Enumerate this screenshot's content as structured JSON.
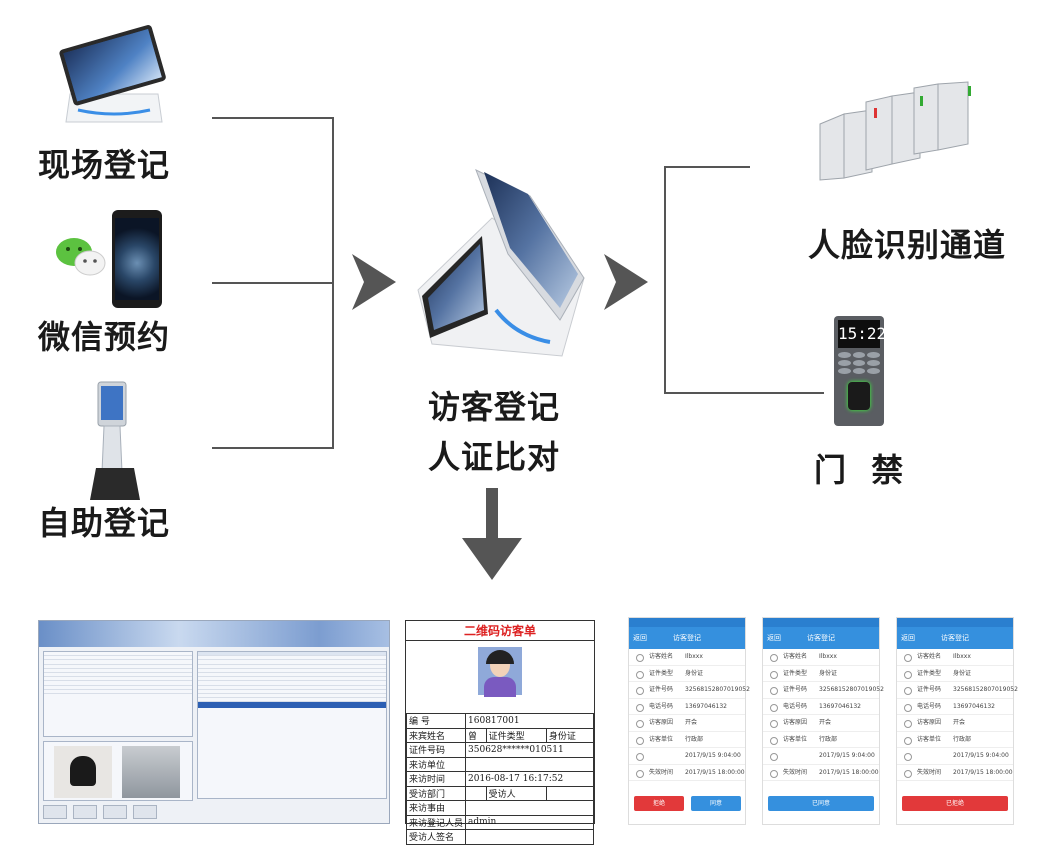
{
  "sources": {
    "onsite": "现场登记",
    "wechat": "微信预约",
    "self_service": "自助登记"
  },
  "center": {
    "line1": "访客登记",
    "line2": "人证比对"
  },
  "outputs": {
    "face_channel": "人脸识别通道",
    "access_control": "门  禁",
    "terminal_clock": "15:22"
  },
  "qr_form": {
    "title": "二维码访客单",
    "rows": [
      {
        "label": "编    号",
        "value": "160817001",
        "label2": "",
        "value2": ""
      },
      {
        "label": "来宾姓名",
        "value": "曾",
        "label2": "证件类型",
        "value2": "身份证"
      },
      {
        "label": "证件号码",
        "value": "350628******010511",
        "label2": "",
        "value2": ""
      },
      {
        "label": "来访单位",
        "value": "",
        "label2": "",
        "value2": ""
      },
      {
        "label": "来访时间",
        "value": "2016-08-17  16:17:52",
        "label2": "",
        "value2": ""
      },
      {
        "label": "受访部门",
        "value": "",
        "label2": "受访人",
        "value2": ""
      },
      {
        "label": "来访事由",
        "value": "",
        "label2": "",
        "value2": ""
      },
      {
        "label": "来访登记人员",
        "value": "admin",
        "label2": "",
        "value2": ""
      },
      {
        "label": "受访人签名",
        "value": "",
        "label2": "",
        "value2": ""
      }
    ]
  },
  "phones": {
    "nav_title": "访客登记",
    "back_label": "返回",
    "fields": [
      {
        "label": "访客姓名",
        "value": "Ilbxxx"
      },
      {
        "label": "证件类型",
        "value": "身份证"
      },
      {
        "label": "证件号码",
        "value": "32568152807019052"
      },
      {
        "label": "电话号码",
        "value": "13697046132"
      },
      {
        "label": "访客原因",
        "value": "开会"
      },
      {
        "label": "访客单位",
        "value": "行政部"
      },
      {
        "label": "",
        "value": "2017/9/15 9:04:00"
      },
      {
        "label": "失效时间",
        "value": "2017/9/15 18:00:00"
      }
    ],
    "buttons": {
      "reject": "拒绝",
      "agree": "同意",
      "agreed": "已同意",
      "rejected": "已拒绝"
    },
    "colors": {
      "blue": "#3590de",
      "red": "#e2393a"
    }
  }
}
